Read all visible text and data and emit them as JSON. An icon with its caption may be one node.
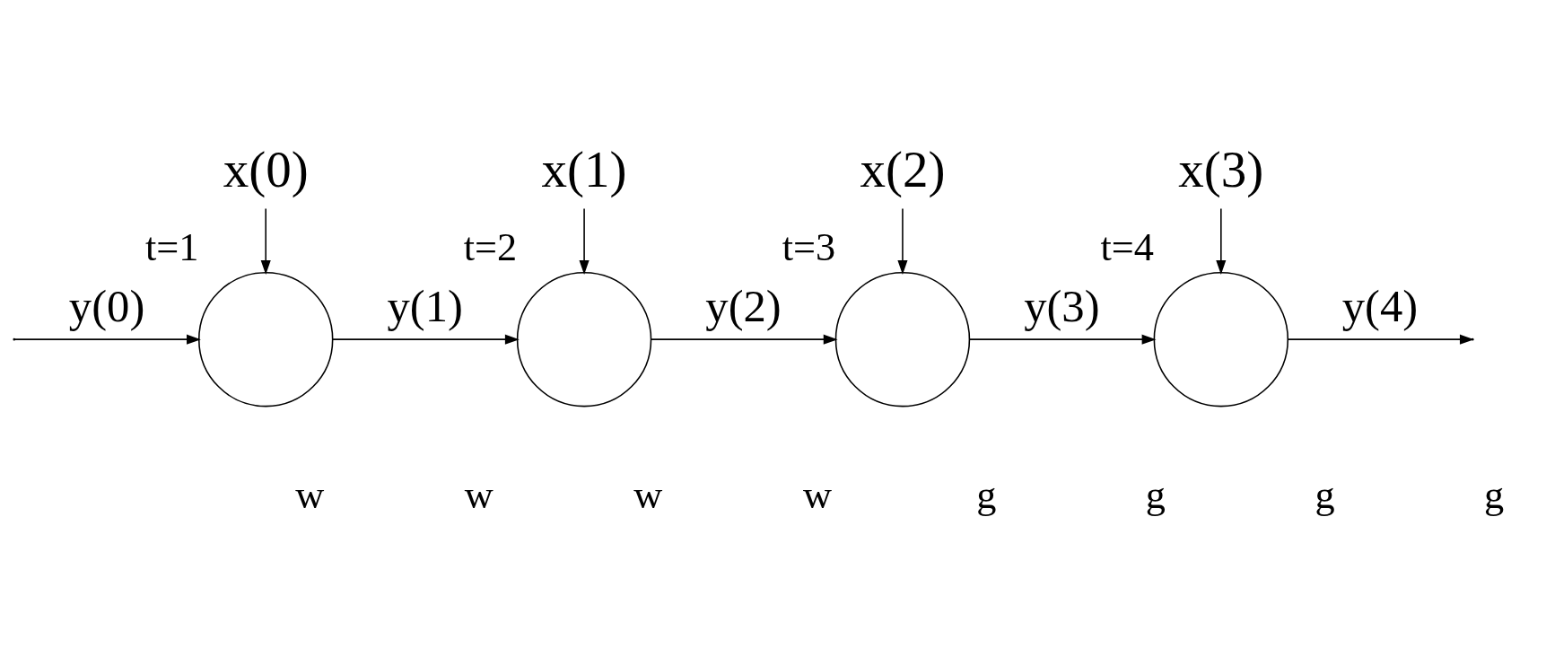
{
  "diagram": {
    "nodes": [
      {
        "text": [
          "x(0)"
        ]
      },
      {
        "text": [
          "x(1)"
        ]
      },
      {
        "text": [
          "x(2)"
        ]
      },
      {
        "text": [
          "x(3)"
        ]
      },
      {
        "text": [],
        "shape": "circle",
        "beside": [
          "t=1"
        ]
      },
      {
        "text": [],
        "shape": "circle",
        "beside": [
          "t=2"
        ]
      },
      {
        "text": [],
        "shape": "circle",
        "beside": [
          "t=3"
        ]
      },
      {
        "text": [],
        "shape": "circle",
        "beside": [
          "t=4"
        ]
      }
    ],
    "edges": [
      {
        "from": null,
        "to": 4,
        "arrow": "to",
        "label": "y(0)"
      },
      {
        "from": 4,
        "to": 5,
        "arrow": "to",
        "label": "y(1)"
      },
      {
        "from": 5,
        "to": 6,
        "arrow": "to",
        "label": "y(2)"
      },
      {
        "from": 6,
        "to": 7,
        "arrow": "to",
        "label": "y(3)"
      },
      {
        "from": 7,
        "to": null,
        "arrow": "to",
        "label": "y(4)"
      },
      {
        "from": 0,
        "to": 4,
        "arrow": "to"
      },
      {
        "from": 1,
        "to": 5,
        "arrow": "to"
      },
      {
        "from": 2,
        "to": 6,
        "arrow": "to"
      },
      {
        "from": 3,
        "to": 7,
        "arrow": "to"
      }
    ],
    "labels": [
      "w",
      "w",
      "w",
      "w",
      "g",
      "g",
      "g",
      "g"
    ]
  }
}
